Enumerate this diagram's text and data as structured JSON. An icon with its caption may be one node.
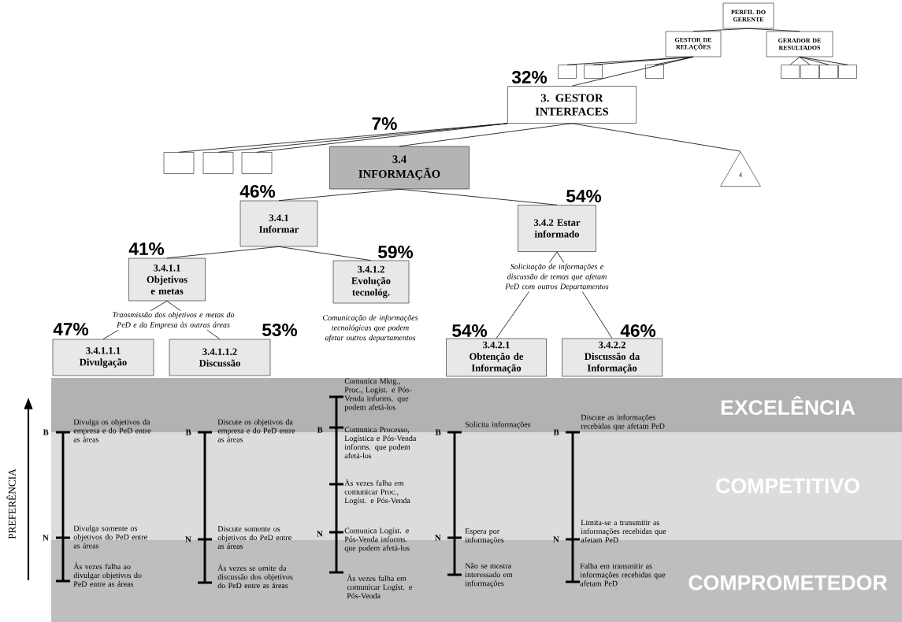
{
  "diagram": {
    "nodes": [
      {
        "text": [
          "PERFIL DO GERENTE"
        ]
      },
      {
        "text": [
          "GESTOR DE RELAÇÕES"
        ]
      },
      {
        "text": [
          "GERADOR DE RESULTADOS"
        ]
      },
      {
        "text": [],
        "shape": "box"
      },
      {
        "text": [],
        "shape": "box"
      },
      {
        "text": [],
        "shape": "box"
      },
      {
        "text": [],
        "shape": "box"
      },
      {
        "text": [],
        "shape": "box"
      },
      {
        "text": [],
        "shape": "box"
      },
      {
        "text": [],
        "shape": "box"
      },
      {
        "text": [
          "3. GESTOR INTERFACES"
        ],
        "beside": [
          "32%"
        ]
      },
      {
        "text": [],
        "shape": "box"
      },
      {
        "text": [],
        "shape": "box"
      },
      {
        "text": [],
        "shape": "box"
      },
      {
        "text": [
          "3.4 INFORMAÇÃO"
        ],
        "beside": [
          "7%"
        ]
      },
      {
        "text": [
          "4"
        ]
      },
      {
        "text": [
          "3.4.1 Informar"
        ],
        "beside": [
          "46%"
        ]
      },
      {
        "text": [
          "3.4.2 Estar informado"
        ],
        "beside": [
          "54%"
        ]
      },
      {
        "text": [
          "3.4.1.1 Objetivos e metas"
        ],
        "beside": [
          "41%"
        ]
      },
      {
        "text": [
          "3.4.1.2 Evolução tecnológ."
        ],
        "beside": [
          "59%"
        ]
      },
      {
        "text": [
          "3.4.1.1.1 Divulgação"
        ],
        "beside": [
          "47%"
        ]
      },
      {
        "text": [
          "3.4.1.1.2 Discussão"
        ],
        "beside": [
          "53%"
        ]
      },
      {
        "text": [
          "3.4.2.1 Obtenção de Informação"
        ],
        "beside": [
          "54%"
        ]
      },
      {
        "text": [
          "3.4.2.2 Discussão da Informação"
        ],
        "beside": [
          "46%"
        ]
      },
      {
        "text": [
          "EXCELÊNCIA"
        ]
      },
      {
        "text": [
          "COMPETITIVO"
        ]
      },
      {
        "text": [
          "COMPROMETEDOR"
        ]
      }
    ],
    "edges": [
      {
        "from": 0,
        "to": 1,
        "arrow": "none"
      },
      {
        "from": 0,
        "to": 2,
        "arrow": "none"
      },
      {
        "from": 1,
        "to": 3,
        "arrow": "none"
      },
      {
        "from": 1,
        "to": 4,
        "arrow": "none"
      },
      {
        "from": 1,
        "to": 10,
        "arrow": "none"
      },
      {
        "from": 1,
        "to": 5,
        "arrow": "none"
      },
      {
        "from": 2,
        "to": 6,
        "arrow": "none"
      },
      {
        "from": 2,
        "to": 7,
        "arrow": "none"
      },
      {
        "from": 2,
        "to": 8,
        "arrow": "none"
      },
      {
        "from": 2,
        "to": 9,
        "arrow": "none"
      },
      {
        "from": 10,
        "to": 11,
        "arrow": "none"
      },
      {
        "from": 10,
        "to": 12,
        "arrow": "none"
      },
      {
        "from": 10,
        "to": 13,
        "arrow": "none"
      },
      {
        "from": 10,
        "to": 14,
        "arrow": "none"
      },
      {
        "from": 10,
        "to": 15,
        "arrow": "none"
      },
      {
        "from": 14,
        "to": 16,
        "arrow": "none"
      },
      {
        "from": 14,
        "to": 17,
        "arrow": "none"
      },
      {
        "from": 16,
        "to": 18,
        "arrow": "none"
      },
      {
        "from": 16,
        "to": 19,
        "arrow": "none"
      },
      {
        "from": 18,
        "to": 20,
        "arrow": "none"
      },
      {
        "from": 18,
        "to": 21,
        "arrow": "none"
      },
      {
        "from": 17,
        "to": 22,
        "arrow": "none"
      },
      {
        "from": 17,
        "to": 23,
        "arrow": "none"
      }
    ],
    "labels": [
      "Solicitação de informações e discussão de temas que afetam PeD com outros Departamentos",
      "Transmissão dos objetivos e metas do PeD e da Empresa às outras áreas",
      "Comunicação de informações tecnológicas que podem afetar outros departamentos",
      "PREFERÊNCIA",
      "B",
      "Divulga os objetivos da empresa e do PeD entre as áreas",
      "N",
      "Divulga somente os objetivos do PeD entre as áreas",
      "Às vezes falha ao divulgar objetivos do PeD entre as áreas",
      "B",
      "Discute os objetivos da empresa e do PeD entre as áreas",
      "N",
      "Discute somente os objetivos do PeD entre as áreas",
      "Às vezes se omite da discussão dos objetivos do PeD entre as áreas",
      "Comunica Mktg., Proc., Logíst. e Pós-Venda informs. que podem afetá-los",
      "B",
      "Comunica Processo, Logística e Pós-Venda informs. que podem afetá-los",
      "Às vezes falha em comunicar Proc., Logíst. e Pós-Venda",
      "N",
      "Comunica Logíst. e Pós-Venda informs. que podem afetá-los",
      "Às vezes falha em comunicar Logíst. e Pós-Venda",
      "B",
      "Solicita informações",
      "N",
      "Espera por informações",
      "Não se mostra interessado em informações",
      "B",
      "Discute as informações recebidas que afetam PeD",
      "N",
      "Limita-se a transmitir as informações recebidas que afetam PeD",
      "Falha em transmitir as informações recebidas que afetam PeD"
    ]
  }
}
